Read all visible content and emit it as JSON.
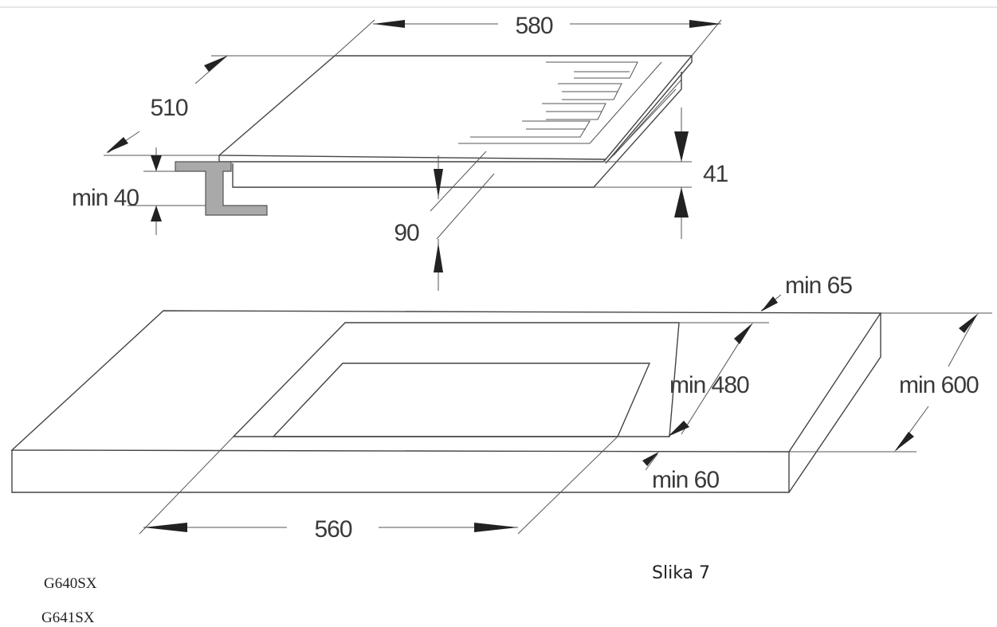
{
  "dimensions": {
    "hob_width": "580",
    "hob_depth": "510",
    "hob_height": "41",
    "clearance_below": "90",
    "worktop_thickness_min": "min 40",
    "edge_back_min": "min 65",
    "cutout_depth": "min 480",
    "worktop_depth": "min 600",
    "edge_front_min": "min 60",
    "cutout_width": "560"
  },
  "models": [
    "G640SX",
    "G641SX"
  ],
  "figure_caption": "Slika 7",
  "colors": {
    "line": "#444444",
    "bracket": "#a9a9a9",
    "text": "#3a3a3a"
  }
}
